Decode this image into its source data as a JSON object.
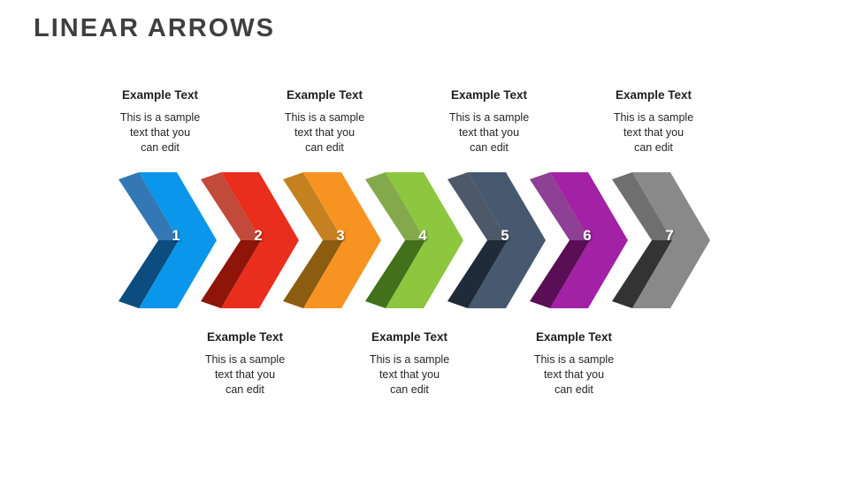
{
  "slide": {
    "title": "LINEAR ARROWS",
    "title_color": "#3f3f3f",
    "background": "#ffffff"
  },
  "text_colors": {
    "heading": "#1f1f1f",
    "body": "#262626",
    "number": "#ffffff"
  },
  "steps": [
    {
      "number": "1",
      "label_position": "top",
      "heading": "Example Text",
      "body_lines": [
        "This is a sample",
        "text that you",
        "can edit"
      ],
      "colors": {
        "front": "#0a96ea",
        "top_face": "#3378b5",
        "bottom_face": "#0c4c7f"
      }
    },
    {
      "number": "2",
      "label_position": "bottom",
      "heading": "Example Text",
      "body_lines": [
        "This is a sample",
        "text that you",
        "can edit"
      ],
      "colors": {
        "front": "#ea2e1d",
        "top_face": "#c14a3a",
        "bottom_face": "#8e1508"
      }
    },
    {
      "number": "3",
      "label_position": "top",
      "heading": "Example Text",
      "body_lines": [
        "This is a sample",
        "text that you",
        "can edit"
      ],
      "colors": {
        "front": "#f79421",
        "top_face": "#c58120",
        "bottom_face": "#8c5c10"
      }
    },
    {
      "number": "4",
      "label_position": "bottom",
      "heading": "Example Text",
      "body_lines": [
        "This is a sample",
        "text that you",
        "can edit"
      ],
      "colors": {
        "front": "#8dc63f",
        "top_face": "#84a94d",
        "bottom_face": "#42701b"
      }
    },
    {
      "number": "5",
      "label_position": "top",
      "heading": "Example Text",
      "body_lines": [
        "This is a sample",
        "text that you",
        "can edit"
      ],
      "colors": {
        "front": "#47596e",
        "top_face": "#4d5868",
        "bottom_face": "#202b39"
      }
    },
    {
      "number": "6",
      "label_position": "bottom",
      "heading": "Example Text",
      "body_lines": [
        "This is a sample",
        "text that you",
        "can edit"
      ],
      "colors": {
        "front": "#a221a4",
        "top_face": "#8d4094",
        "bottom_face": "#590e55"
      }
    },
    {
      "number": "7",
      "label_position": "top",
      "heading": "Example Text",
      "body_lines": [
        "This is a sample",
        "text that you",
        "can edit"
      ],
      "colors": {
        "front": "#898989",
        "top_face": "#6f6f6f",
        "bottom_face": "#333333"
      }
    }
  ]
}
